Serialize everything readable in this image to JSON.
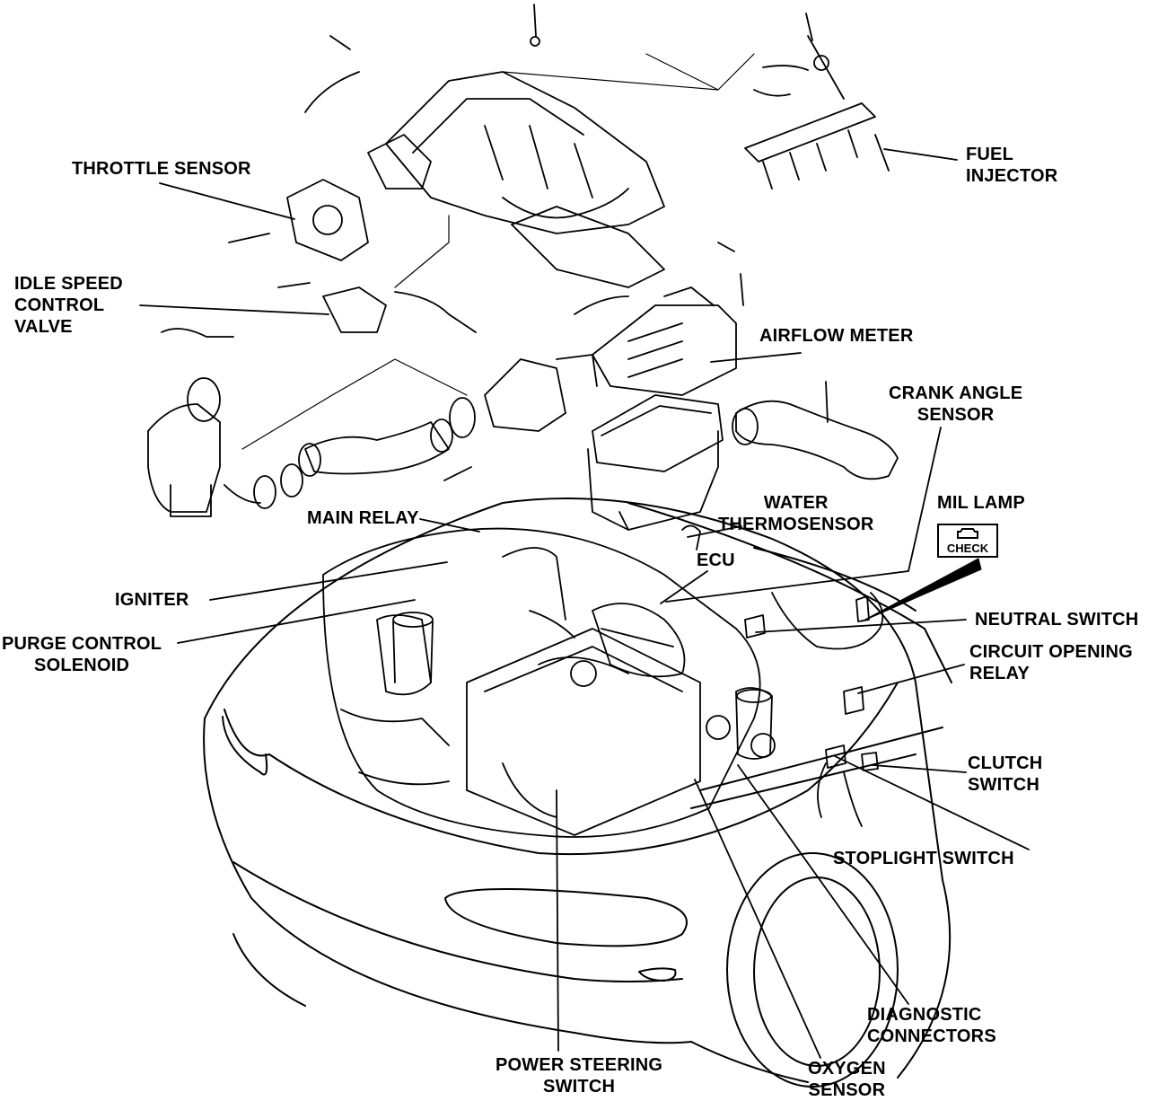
{
  "labels": {
    "fuel_injector": [
      "FUEL",
      "INJECTOR"
    ],
    "throttle_sensor": "THROTTLE SENSOR",
    "idle_speed_control_valve": [
      "IDLE SPEED",
      "CONTROL",
      "VALVE"
    ],
    "airflow_meter": "AIRFLOW  METER",
    "crank_angle_sensor": [
      "CRANK ANGLE",
      "SENSOR"
    ],
    "water_thermosensor": [
      "WATER",
      "THERMOSENSOR"
    ],
    "main_relay": "MAIN RELAY",
    "mil_lamp": "MIL LAMP",
    "check": "CHECK",
    "ecu": "ECU",
    "igniter": "IGNITER",
    "purge_control_solenoid": [
      "PURGE CONTROL",
      "SOLENOID"
    ],
    "neutral_switch": "NEUTRAL SWITCH",
    "circuit_opening_relay": [
      "CIRCUIT OPENING",
      "RELAY"
    ],
    "clutch_switch": [
      "CLUTCH",
      "SWITCH"
    ],
    "stoplight_switch": "STOPLIGHT SWITCH",
    "diagnostic_connectors": [
      "DIAGNOSTIC",
      "CONNECTORS"
    ],
    "power_steering_switch": [
      "POWER STEERING",
      "SWITCH"
    ],
    "oxygen_sensor": [
      "OXYGEN",
      "SENSOR"
    ]
  },
  "colors": {
    "ink": "#000000",
    "paper": "#ffffff"
  }
}
